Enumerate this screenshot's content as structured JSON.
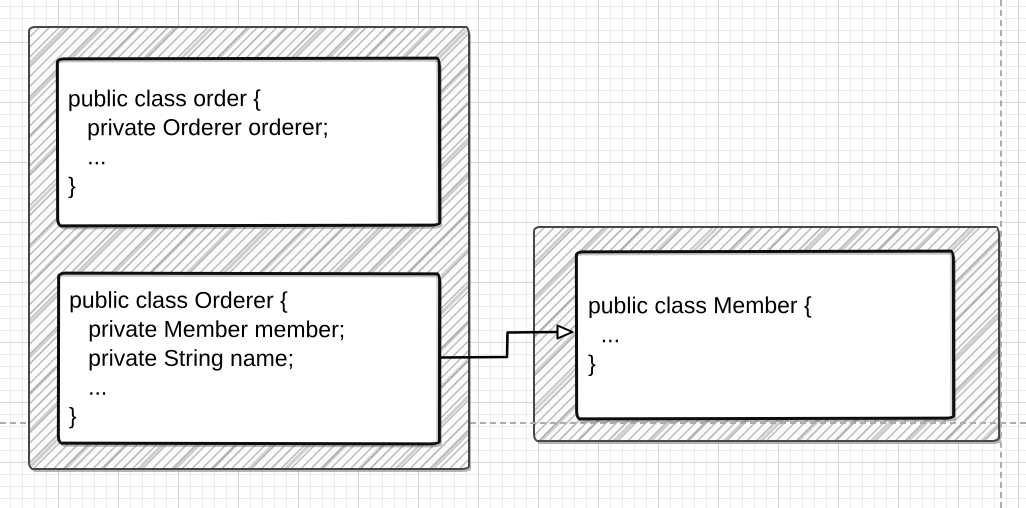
{
  "canvas": {
    "background_color": "#ffffff",
    "grid_minor_color": "#ececec",
    "grid_major_color": "#d6d6d6",
    "page_boundary_color": "#adadad"
  },
  "styles": {
    "shape_fill": "#ffffff",
    "shape_stroke": "#0e0e0e",
    "container_stroke": "#474747",
    "hatch_line_color": "#878787",
    "text_color": "#000000",
    "connector_color": "#000000"
  },
  "classes": {
    "order": {
      "id": "order",
      "lines": [
        "public class order {",
        "   private Orderer orderer;",
        "   ...",
        "}"
      ]
    },
    "orderer": {
      "id": "orderer",
      "lines": [
        "public class Orderer {",
        "   private Member member;",
        "   private String name;",
        "   ...",
        "}"
      ]
    },
    "member": {
      "id": "member",
      "lines": [
        "public class Member {",
        "  ...",
        "}"
      ]
    }
  },
  "connector": {
    "from": "Orderer",
    "to": "Member",
    "style": "orthogonal-elbow",
    "arrowhead": "open-triangle"
  }
}
